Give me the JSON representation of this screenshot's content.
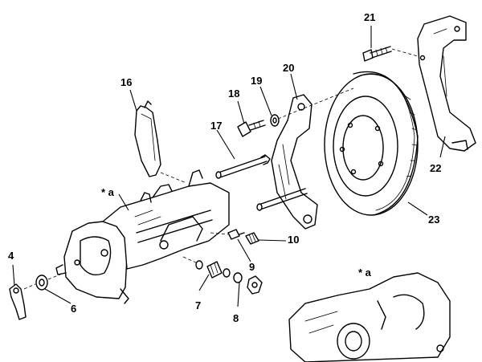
{
  "callouts": [
    {
      "id": "4",
      "text": "4"
    },
    {
      "id": "6",
      "text": "6"
    },
    {
      "id": "7",
      "text": "7"
    },
    {
      "id": "8",
      "text": "8"
    },
    {
      "id": "9",
      "text": "9"
    },
    {
      "id": "10",
      "text": "10"
    },
    {
      "id": "16",
      "text": "16"
    },
    {
      "id": "17",
      "text": "17"
    },
    {
      "id": "18",
      "text": "18"
    },
    {
      "id": "19",
      "text": "19"
    },
    {
      "id": "20",
      "text": "20"
    },
    {
      "id": "21",
      "text": "21"
    },
    {
      "id": "22",
      "text": "22"
    },
    {
      "id": "23",
      "text": "23"
    },
    {
      "id": "a1",
      "text": "* a"
    },
    {
      "id": "a2",
      "text": "* a"
    }
  ],
  "colors": {
    "line": "#000000",
    "background": "#ffffff"
  }
}
